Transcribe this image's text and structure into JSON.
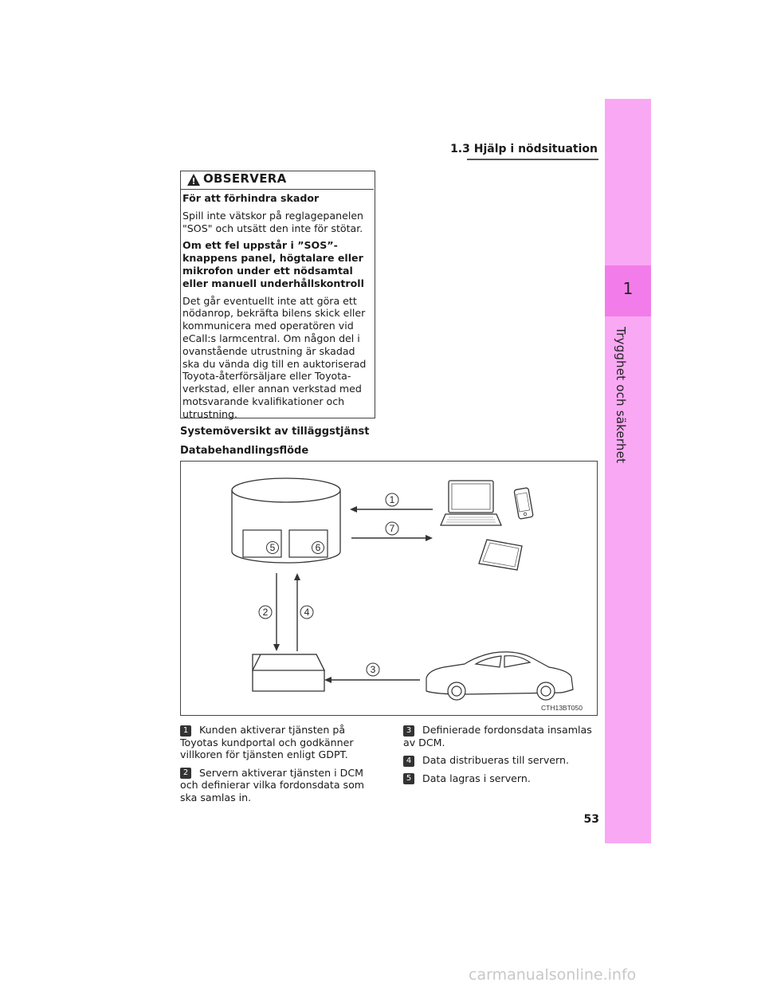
{
  "header": {
    "section_title": "1.3 Hjälp i nödsituation"
  },
  "side_tab": {
    "number": "1",
    "label": "Trygghet och säkerhet"
  },
  "caution": {
    "title": "OBSERVERA",
    "heading1": "För att förhindra skador",
    "text1": "Spill inte vätskor på reglagepanelen \"SOS\" och utsätt den inte för stötar.",
    "heading2": "Om ett fel uppstår i ”SOS”-knappens panel, högtalare eller mikrofon under ett nödsamtal eller manuell underhållskontroll",
    "text2": "Det går eventuellt inte att göra ett nödanrop, bekräfta bilens skick eller kommunicera med operatören vid eCall:s larmcentral. Om någon del i ovanstående utrustning är skadad ska du vända dig till en auktoriserad Toyota-återförsäljare eller Toyota-verkstad, eller annan verkstad med motsvarande kvalifikationer och utrustning."
  },
  "section_heading": "Systemöversikt av tilläggstjänst",
  "subsection_heading": "Databehandlingsflöde",
  "diagram": {
    "code": "CTH13BT050",
    "labels": {
      "n1": "1",
      "n2": "2",
      "n3": "3",
      "n4": "4",
      "n5": "5",
      "n6": "6",
      "n7": "7"
    }
  },
  "steps": [
    {
      "num": "1",
      "text": "Kunden aktiverar tjänsten på Toyotas kundportal och godkänner villkoren för tjänsten enligt GDPT."
    },
    {
      "num": "2",
      "text": "Servern aktiverar tjänsten i DCM och definierar vilka fordonsdata som ska samlas in."
    },
    {
      "num": "3",
      "text": "Definierade fordonsdata insamlas av DCM."
    },
    {
      "num": "4",
      "text": "Data distribueras till servern."
    },
    {
      "num": "5",
      "text": "Data lagras i servern."
    }
  ],
  "page_number": "53",
  "watermark": "carmanualsonline.info"
}
